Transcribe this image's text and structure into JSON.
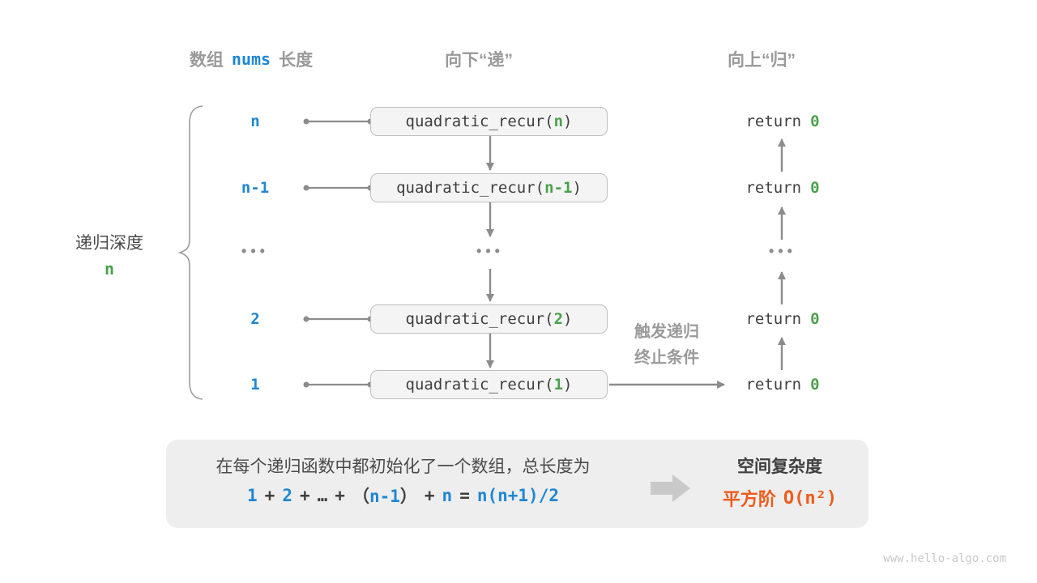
{
  "headers": {
    "array_label_prefix": "数组",
    "array_code": "nums",
    "array_label_suffix": "长度",
    "downward": "向下“递”",
    "upward": "向上“归”"
  },
  "depth": {
    "label": "递归深度",
    "value": "n"
  },
  "rows": [
    {
      "length": "n",
      "call_prefix": "quadratic_recur(",
      "call_arg": "n",
      "call_suffix": ")",
      "return_keyword": "return",
      "return_value": "0"
    },
    {
      "length": "n-1",
      "call_prefix": "quadratic_recur(",
      "call_arg": "n-1",
      "call_suffix": ")",
      "return_keyword": "return",
      "return_value": "0"
    },
    {
      "ellipsis": "•••"
    },
    {
      "length": "2",
      "call_prefix": "quadratic_recur(",
      "call_arg": "2",
      "call_suffix": ")",
      "return_keyword": "return",
      "return_value": "0"
    },
    {
      "length": "1",
      "call_prefix": "quadratic_recur(",
      "call_arg": "1",
      "call_suffix": ")",
      "return_keyword": "return",
      "return_value": "0"
    }
  ],
  "trigger": {
    "line1": "触发递归",
    "line2": "终止条件"
  },
  "summary": {
    "description": "在每个递归函数中都初始化了一个数组，总长度为",
    "formula": {
      "term1": "1",
      "plus1": "+",
      "term2": "2",
      "plus2": "+",
      "dots": "…",
      "plus3": "+",
      "lparen": "（",
      "term3": "n-1",
      "rparen": "）",
      "plus4": "+",
      "term4": "n",
      "equals": "=",
      "result": "n(n+1)/2"
    },
    "complexity_title": "空间复杂度",
    "complexity_order": "平方阶",
    "complexity_notation": "O(n²)"
  },
  "watermark": "www.hello-algo.com",
  "colors": {
    "blue": "#1e87d4",
    "green": "#4aa14a",
    "orange": "#ee5b1c",
    "gray_text": "#9a9a9a",
    "line_gray": "#8c8c8c",
    "box_fill": "#f4f4f4",
    "panel_fill": "#eeeeee"
  }
}
